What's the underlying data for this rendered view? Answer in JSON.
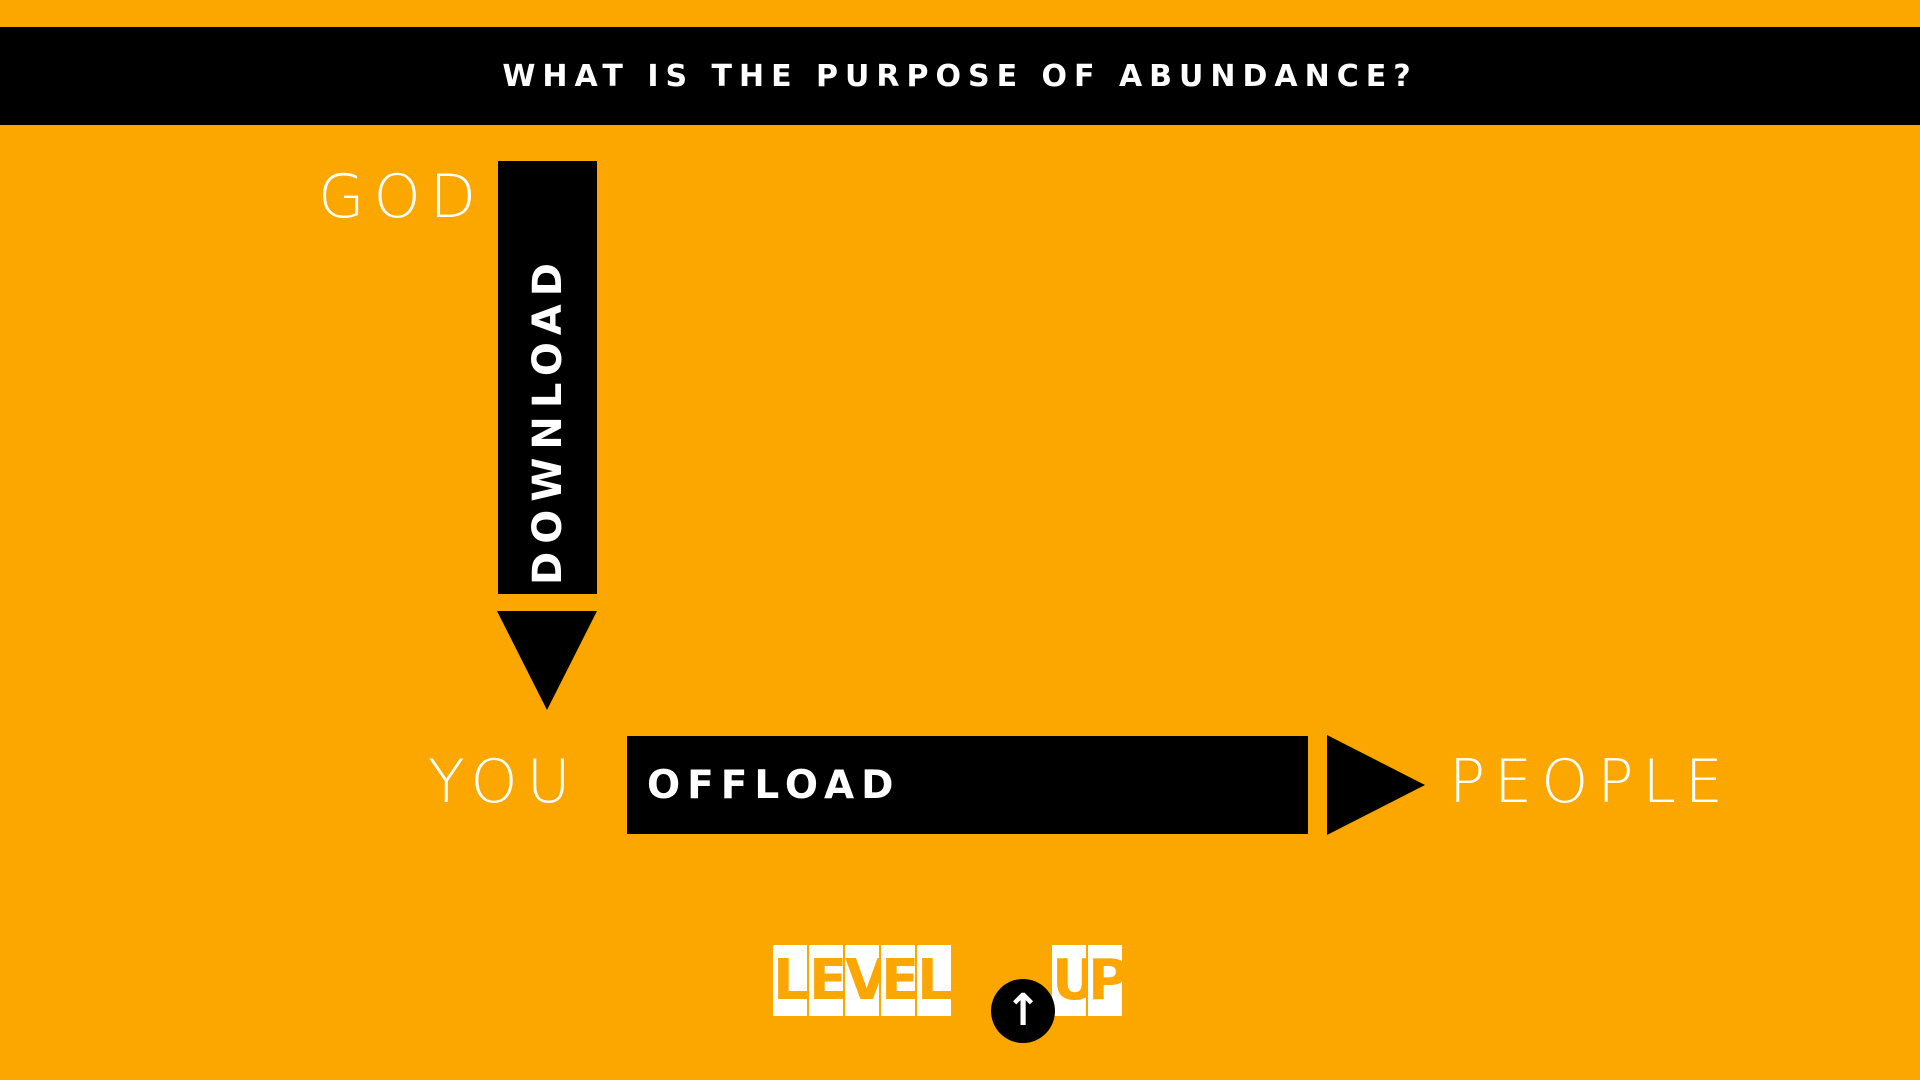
{
  "slide": {
    "title": "WHAT IS THE PURPOSE OF ABUNDANCE?",
    "background_color": "#FCA700",
    "bar_color": "#000000",
    "text_color": "#FFFFFF"
  },
  "diagram": {
    "nodes": {
      "god": "GOD",
      "you": "YOU",
      "people": "PEOPLE"
    },
    "edges": {
      "download": {
        "label": "DOWNLOAD",
        "from": "GOD",
        "to": "YOU"
      },
      "offload": {
        "label": "OFFLOAD",
        "from": "YOU",
        "to": "PEOPLE"
      }
    }
  },
  "logo": {
    "text": "LEVEL UP",
    "letters": [
      "L",
      "E",
      "V",
      "E",
      "L",
      "U",
      "P"
    ],
    "icon": "arrow-up-icon",
    "icon_glyph": "↑"
  }
}
